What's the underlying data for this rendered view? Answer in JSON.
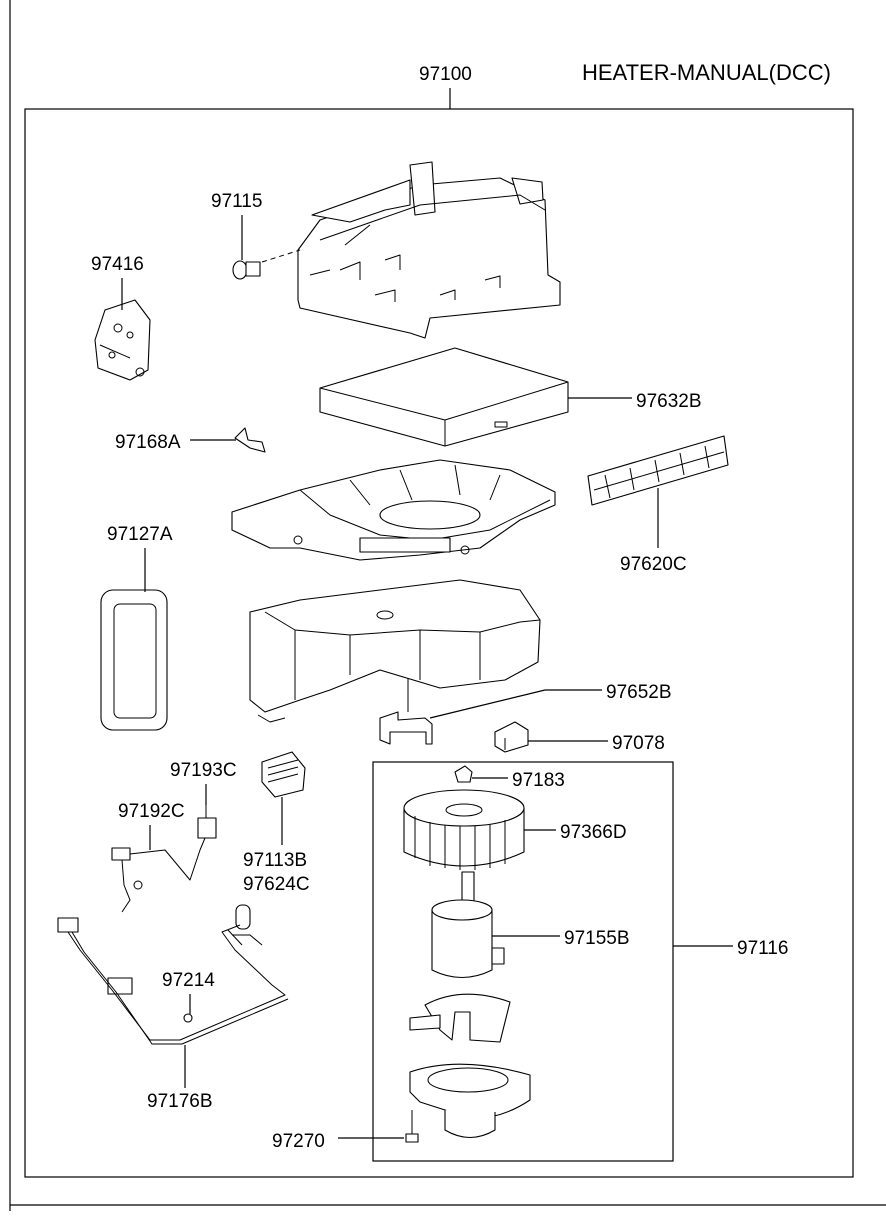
{
  "diagram": {
    "title": "HEATER-MANUAL(DCC)",
    "labels": {
      "assembly": "97100",
      "screw": "97115",
      "actuator": "97416",
      "air_filter": "97632B",
      "clip": "97168A",
      "filter_cover": "97620C",
      "seal": "97127A",
      "bracket": "97652B",
      "relay": "97078",
      "fan_clip": "97183",
      "fan": "97366D",
      "wire_c": "97193C",
      "wire_b": "97192C",
      "resistor": "97113B",
      "resistor_alt": "97624C",
      "motor": "97155B",
      "blower_motor_assy": "97116",
      "grommet": "97214",
      "harness": "97176B",
      "bolt": "97270"
    }
  }
}
